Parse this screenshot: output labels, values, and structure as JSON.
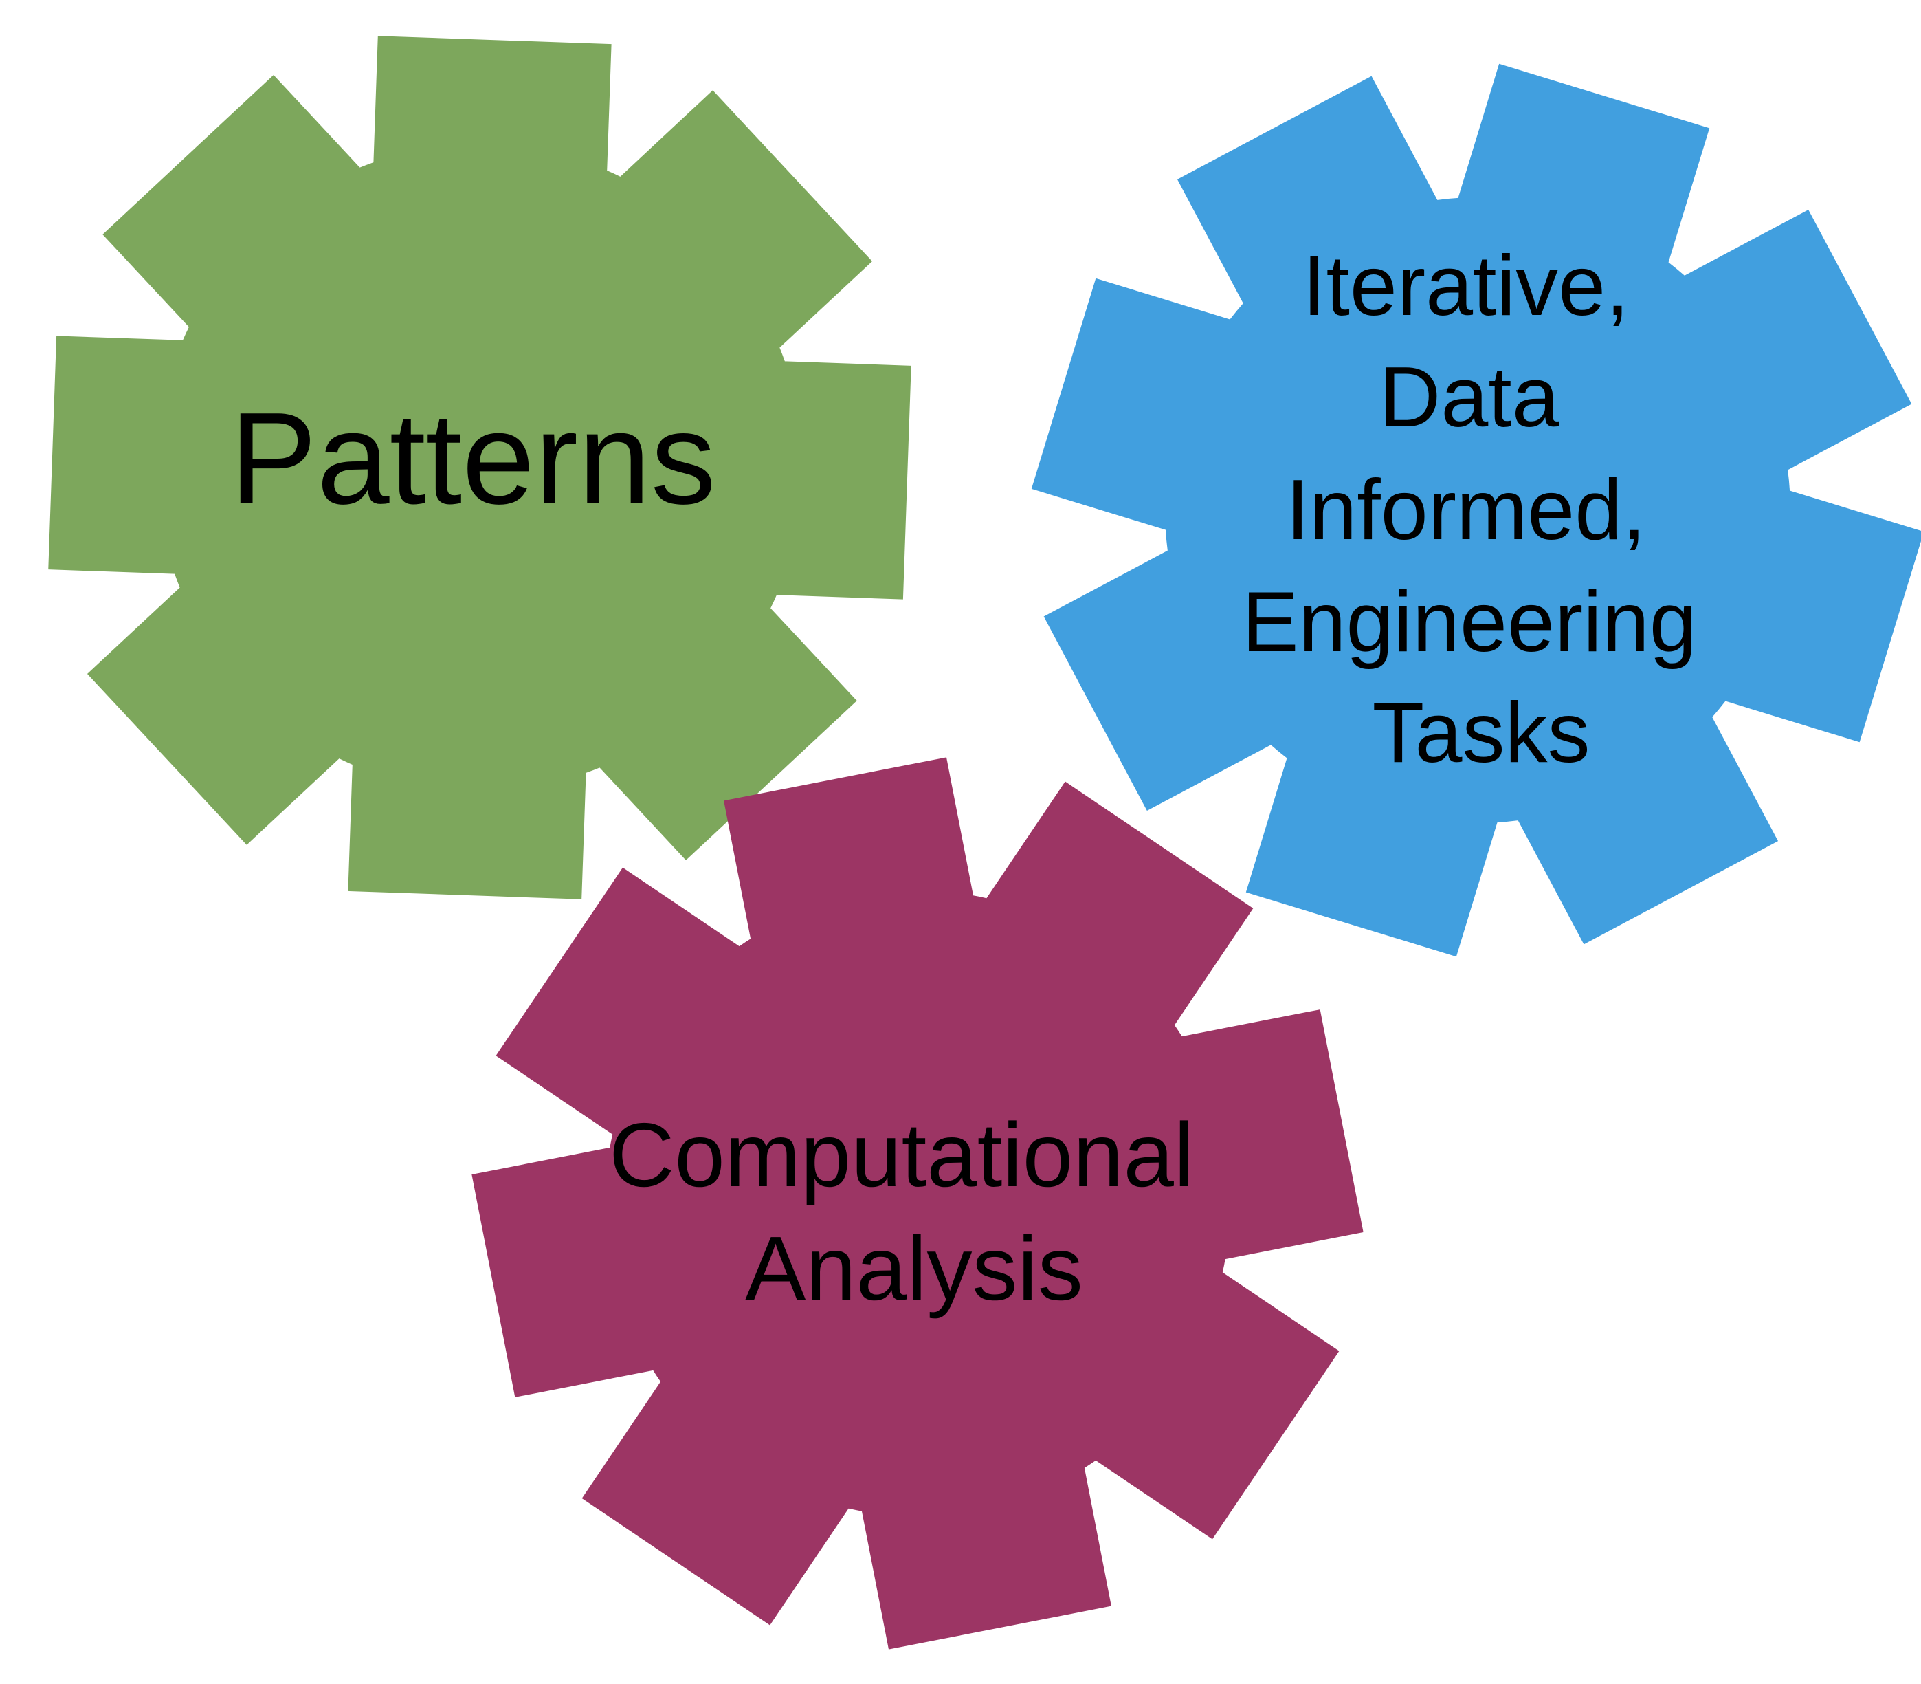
{
  "diagram": {
    "gears": [
      {
        "id": "patterns",
        "label_lines": [
          "Patterns"
        ],
        "color": "#7da75c"
      },
      {
        "id": "iterative",
        "label_lines": [
          "Iterative,",
          "Data",
          "Informed,",
          "Engineering",
          "Tasks"
        ],
        "color": "#419fdf"
      },
      {
        "id": "computational",
        "label_lines": [
          "Computational",
          "Analysis"
        ],
        "color": "#9c3564"
      }
    ]
  }
}
